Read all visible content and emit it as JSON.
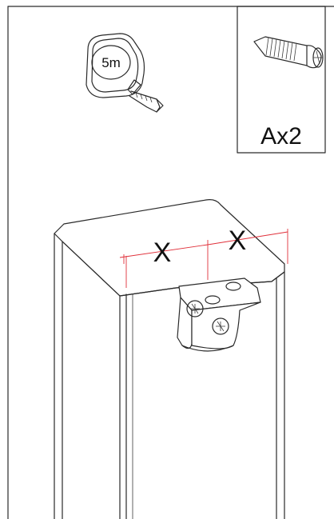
{
  "parts_box": {
    "quantity_label": "Ax2",
    "icon": "screw-icon"
  },
  "tool": {
    "icon": "tape-measure-icon",
    "tape_label": "5m"
  },
  "measurement": {
    "left_label": "X",
    "right_label": "X",
    "line_color": "#e0303a"
  },
  "parts": {
    "post_icon": "post-icon",
    "bracket_icon": "corner-bracket-icon"
  }
}
